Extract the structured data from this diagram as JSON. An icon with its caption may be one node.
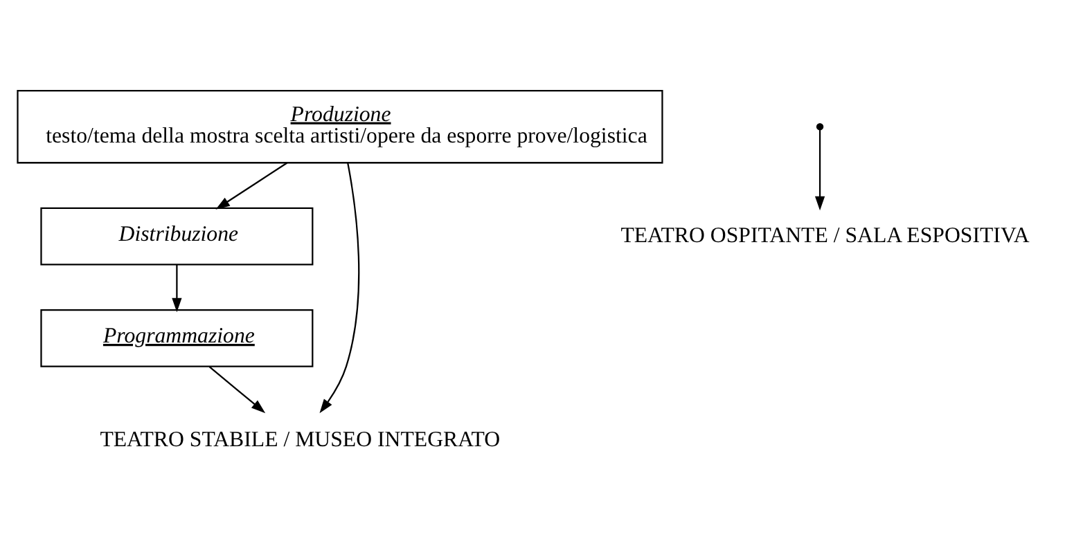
{
  "diagram": {
    "nodes": [
      {
        "text": [
          "Produzione",
          "testo/tema della mostra scelta artisti/opere da esporre prove/logistica"
        ]
      },
      {
        "text": [
          "Distribuzione"
        ]
      },
      {
        "text": [
          "Programmazione"
        ]
      },
      {
        "text": [
          "TEATRO STABILE / MUSEO INTEGRATO"
        ]
      },
      {
        "text": [
          "TEATRO OSPITANTE / SALA ESPOSITIVA"
        ]
      }
    ],
    "edges": [
      {
        "from": 0,
        "to": 1,
        "arrow": "to"
      },
      {
        "from": 1,
        "to": 2,
        "arrow": "to"
      },
      {
        "from": 0,
        "to": 3,
        "arrow": "to"
      },
      {
        "from": 2,
        "to": 3,
        "arrow": "to"
      },
      {
        "from": null,
        "to": 4,
        "arrow": "to"
      }
    ]
  }
}
